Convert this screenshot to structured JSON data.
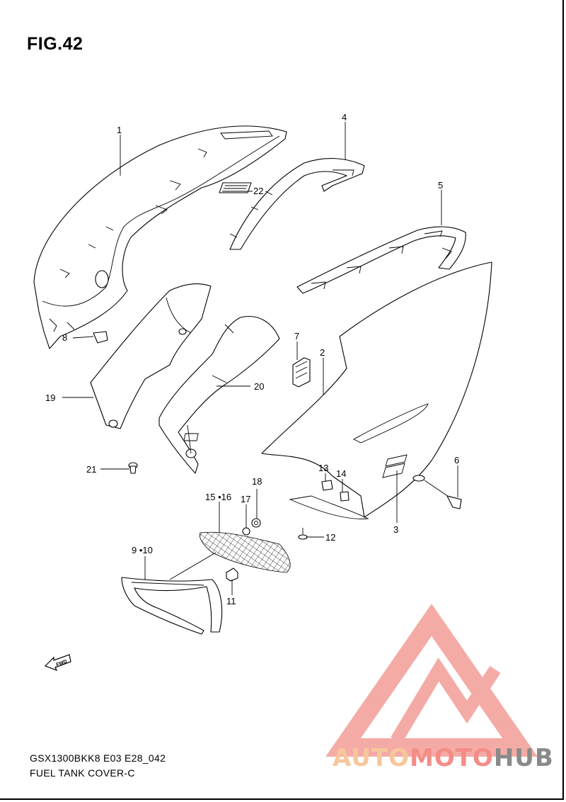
{
  "figure": {
    "title": "FIG.42",
    "model_code": "GSX1300BKK8 E03 E28_042",
    "assembly_name": "FUEL TANK COVER-C"
  },
  "callouts": [
    {
      "id": "c1",
      "label": "1"
    },
    {
      "id": "c2",
      "label": "2"
    },
    {
      "id": "c3",
      "label": "3"
    },
    {
      "id": "c4",
      "label": "4"
    },
    {
      "id": "c5",
      "label": "5"
    },
    {
      "id": "c6",
      "label": "6"
    },
    {
      "id": "c7",
      "label": "7"
    },
    {
      "id": "c8",
      "label": "8"
    },
    {
      "id": "c910",
      "label": "9 •10"
    },
    {
      "id": "c11",
      "label": "11"
    },
    {
      "id": "c12",
      "label": "12"
    },
    {
      "id": "c13",
      "label": "13"
    },
    {
      "id": "c14",
      "label": "14"
    },
    {
      "id": "c1516",
      "label": "15 •16"
    },
    {
      "id": "c17",
      "label": "17"
    },
    {
      "id": "c18",
      "label": "18"
    },
    {
      "id": "c19",
      "label": "19"
    },
    {
      "id": "c20",
      "label": "20"
    },
    {
      "id": "c21",
      "label": "21"
    },
    {
      "id": "c22",
      "label": "22"
    }
  ],
  "direction_badge": {
    "label": "FWD",
    "icon": "forward-arrow-icon"
  },
  "watermark": {
    "brand_parts": [
      "AUTO",
      "MOTO",
      "HUB"
    ],
    "colors": {
      "logo": "#f4a29c",
      "auto": "#f7c79b",
      "moto": "#f48d86",
      "hub": "#8a8a8a"
    }
  }
}
